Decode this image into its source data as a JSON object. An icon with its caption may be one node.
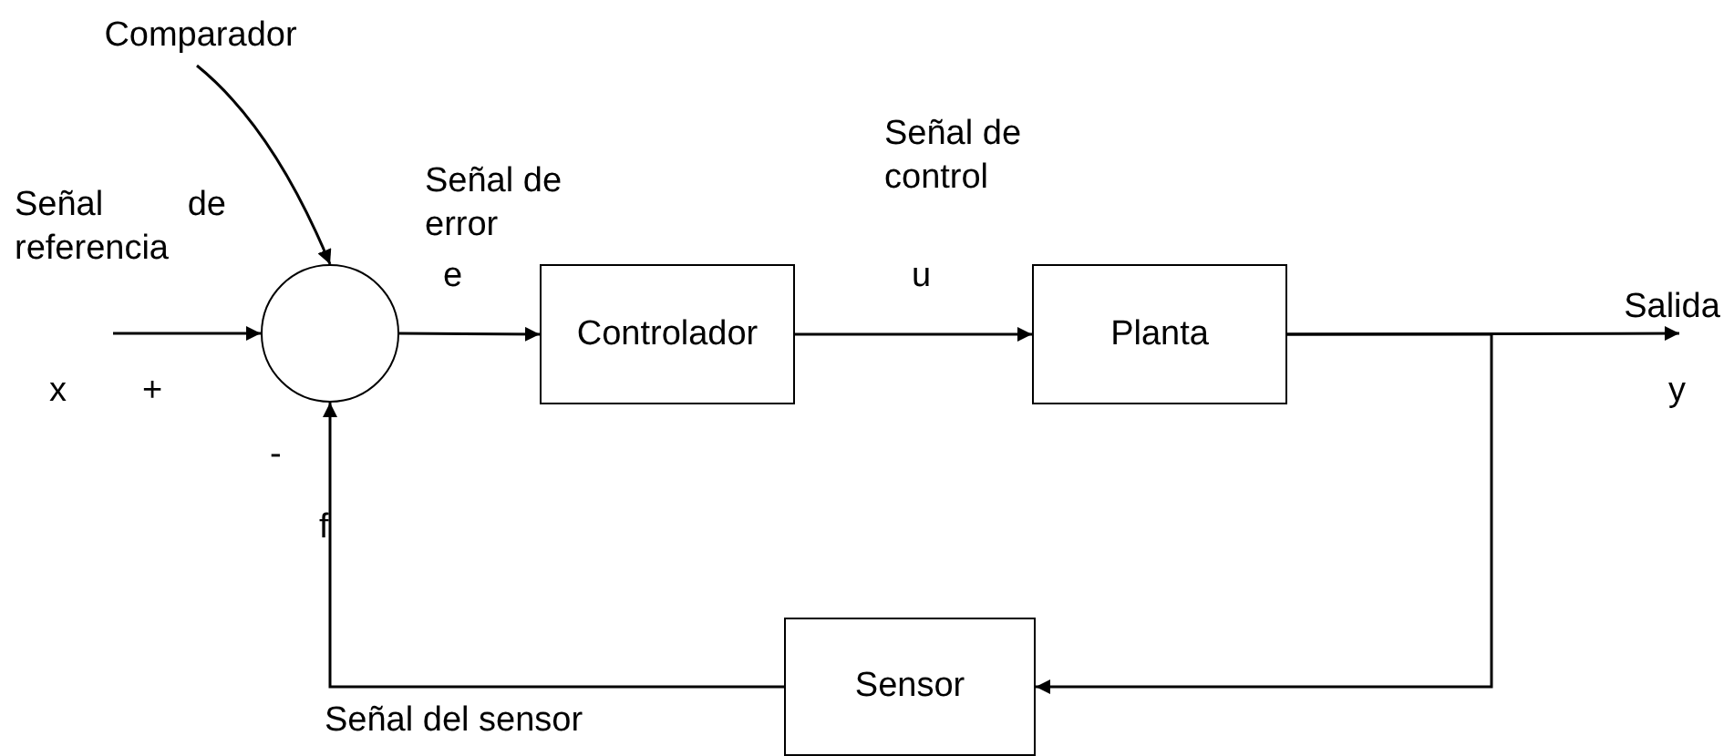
{
  "diagram": {
    "nodes": [
      {
        "text": [
          "Comparador"
        ]
      },
      {
        "text": [],
        "shape": "circle"
      },
      {
        "text": [
          "Controlador"
        ]
      },
      {
        "text": [
          "Planta"
        ]
      },
      {
        "text": [
          "Sensor"
        ]
      },
      {
        "text": [
          "Salida"
        ]
      }
    ],
    "edges": [
      {
        "from": 0,
        "to": 1,
        "arrow": "to"
      },
      {
        "from": null,
        "to": 1,
        "arrow": "to"
      },
      {
        "from": 1,
        "to": 2,
        "arrow": "to"
      },
      {
        "from": 2,
        "to": 3,
        "arrow": "to"
      },
      {
        "from": 3,
        "to": 5,
        "arrow": "to"
      },
      {
        "from": 3,
        "to": 4,
        "arrow": "to"
      },
      {
        "from": 4,
        "to": 1,
        "arrow": "to"
      }
    ],
    "labels": [
      "Señal de referencia",
      "x",
      "+",
      "-",
      "Señal de error",
      "e",
      "Señal de control",
      "u",
      "y",
      "f",
      "Señal del sensor"
    ]
  }
}
